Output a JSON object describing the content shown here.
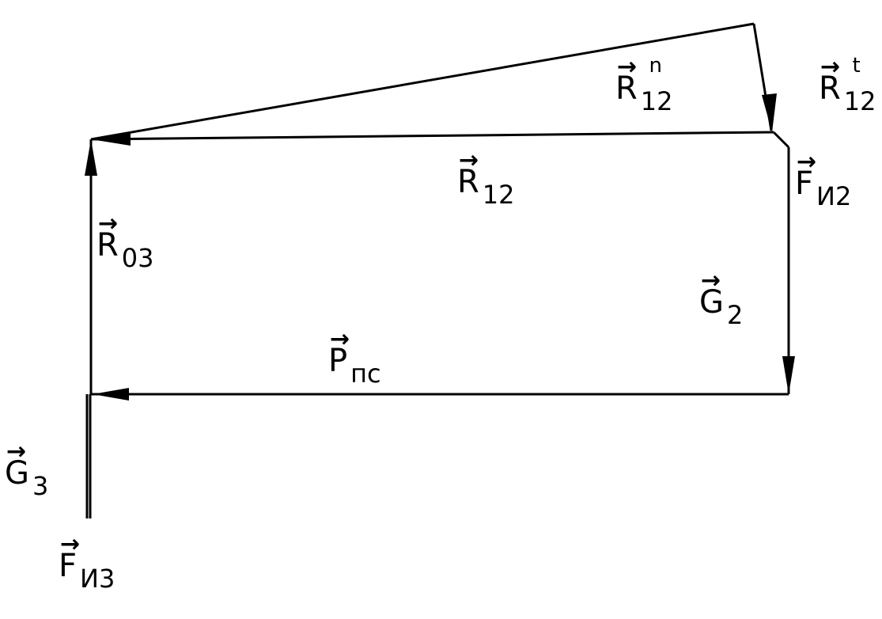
{
  "diagram": {
    "labels": {
      "r12": {
        "symbol": "R",
        "subscript": "12"
      },
      "r12n": {
        "symbol": "R",
        "subscript": "12",
        "superscript": "n"
      },
      "r12t": {
        "symbol": "R",
        "subscript": "12",
        "superscript": "t"
      },
      "r03": {
        "symbol": "R",
        "subscript": "03"
      },
      "fi2": {
        "symbol": "F",
        "subscript": "И2"
      },
      "g2": {
        "symbol": "G",
        "subscript": "2"
      },
      "ppc": {
        "symbol": "P",
        "subscript": "пс"
      },
      "g3": {
        "symbol": "G",
        "subscript": "3"
      },
      "fi3": {
        "symbol": "F",
        "subscript": "И3"
      }
    },
    "vector_arrow_glyph": "→",
    "line_color": "#000000"
  }
}
